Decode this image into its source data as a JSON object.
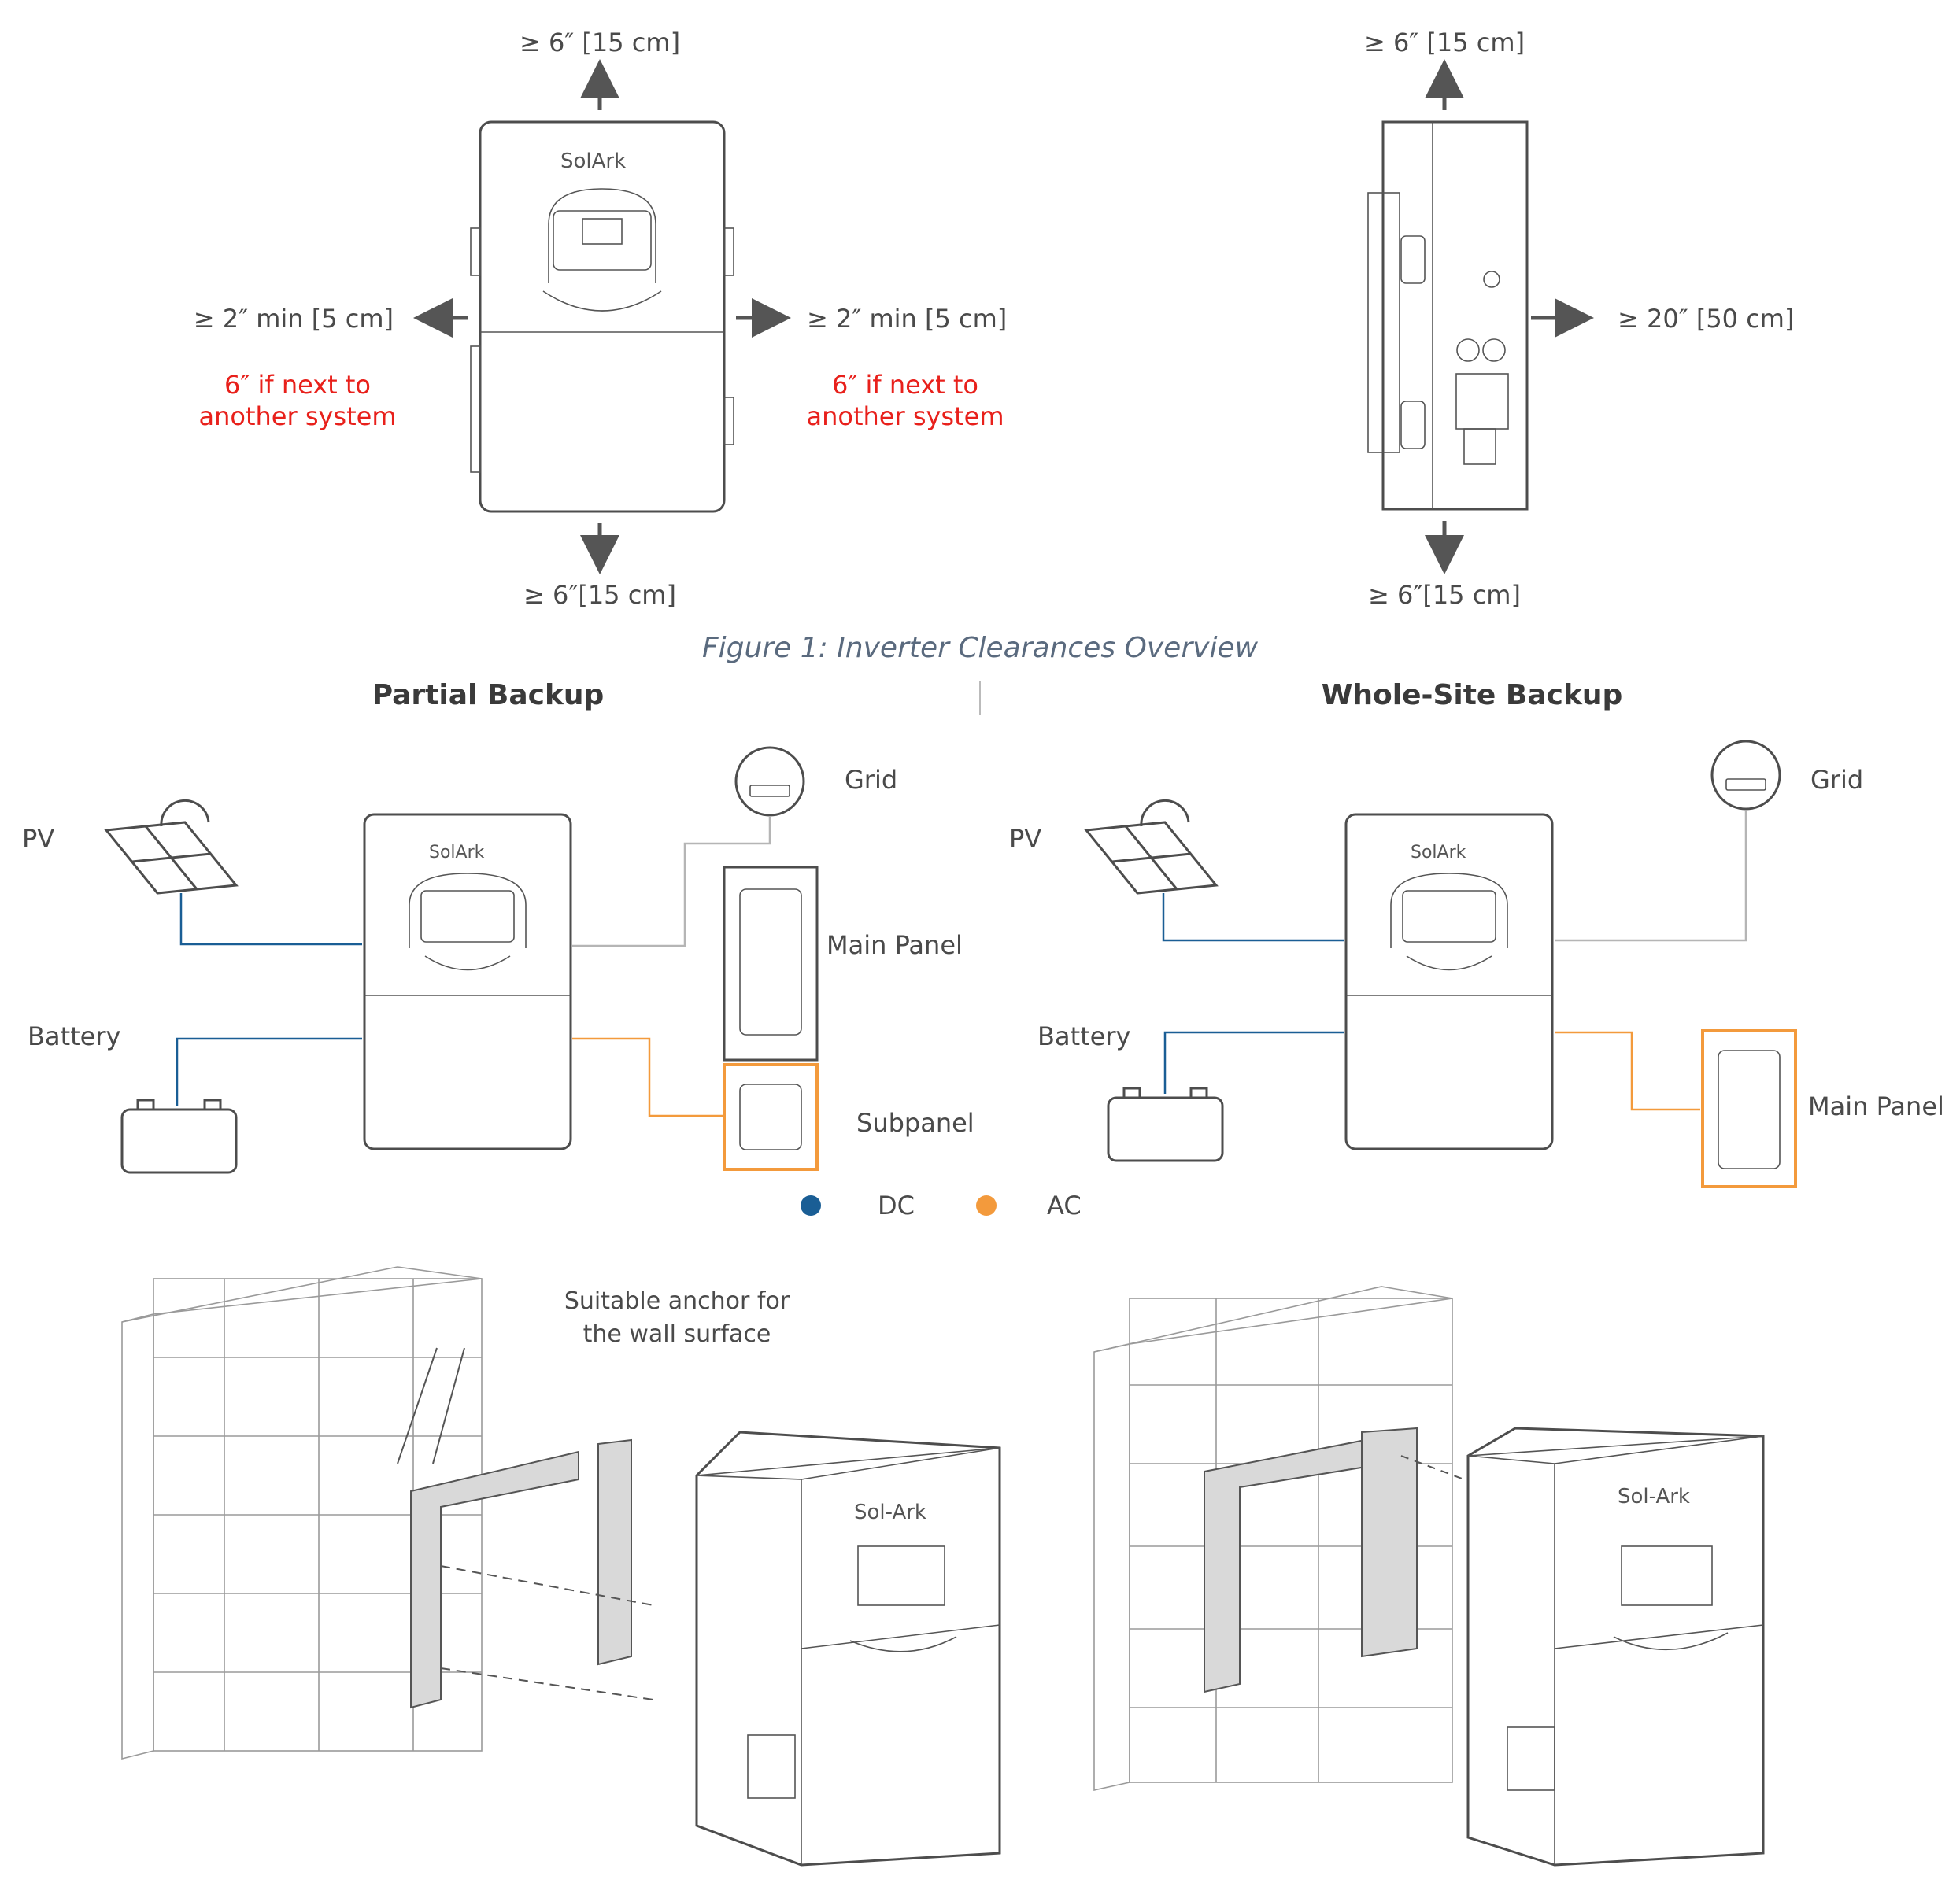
{
  "figure1": {
    "caption": "Figure 1: Inverter Clearances Overview",
    "front": {
      "top": "≥ 6″ [15 cm]",
      "bottom": "≥ 6″[15 cm]",
      "left": "≥ 2″ min [5 cm]",
      "right": "≥ 2″ min [5 cm]",
      "left_note_1": "6″ if next to",
      "left_note_2": "another system",
      "right_note_1": "6″ if next to",
      "right_note_2": "another system"
    },
    "side": {
      "top": "≥ 6″ [15 cm]",
      "bottom": "≥ 6″[15 cm]",
      "front": "≥ 20″ [50 cm]"
    }
  },
  "partial": {
    "title": "Partial Backup",
    "pv": "PV",
    "battery": "Battery",
    "grid": "Grid",
    "main_panel": "Main Panel",
    "subpanel": "Subpanel"
  },
  "whole": {
    "title": "Whole-Site Backup",
    "pv": "PV",
    "battery": "Battery",
    "grid": "Grid",
    "main_panel": "Main Panel"
  },
  "legend": {
    "dc": "DC",
    "ac": "AC"
  },
  "mounting": {
    "anchor_note_1": "Suitable anchor for",
    "anchor_note_2": "the wall surface",
    "logo": "Sol-Ark"
  },
  "colors": {
    "dc": "#1a5e95",
    "ac": "#f39a3c",
    "accent_red": "#e8201b",
    "caption": "#5a6a7e"
  }
}
